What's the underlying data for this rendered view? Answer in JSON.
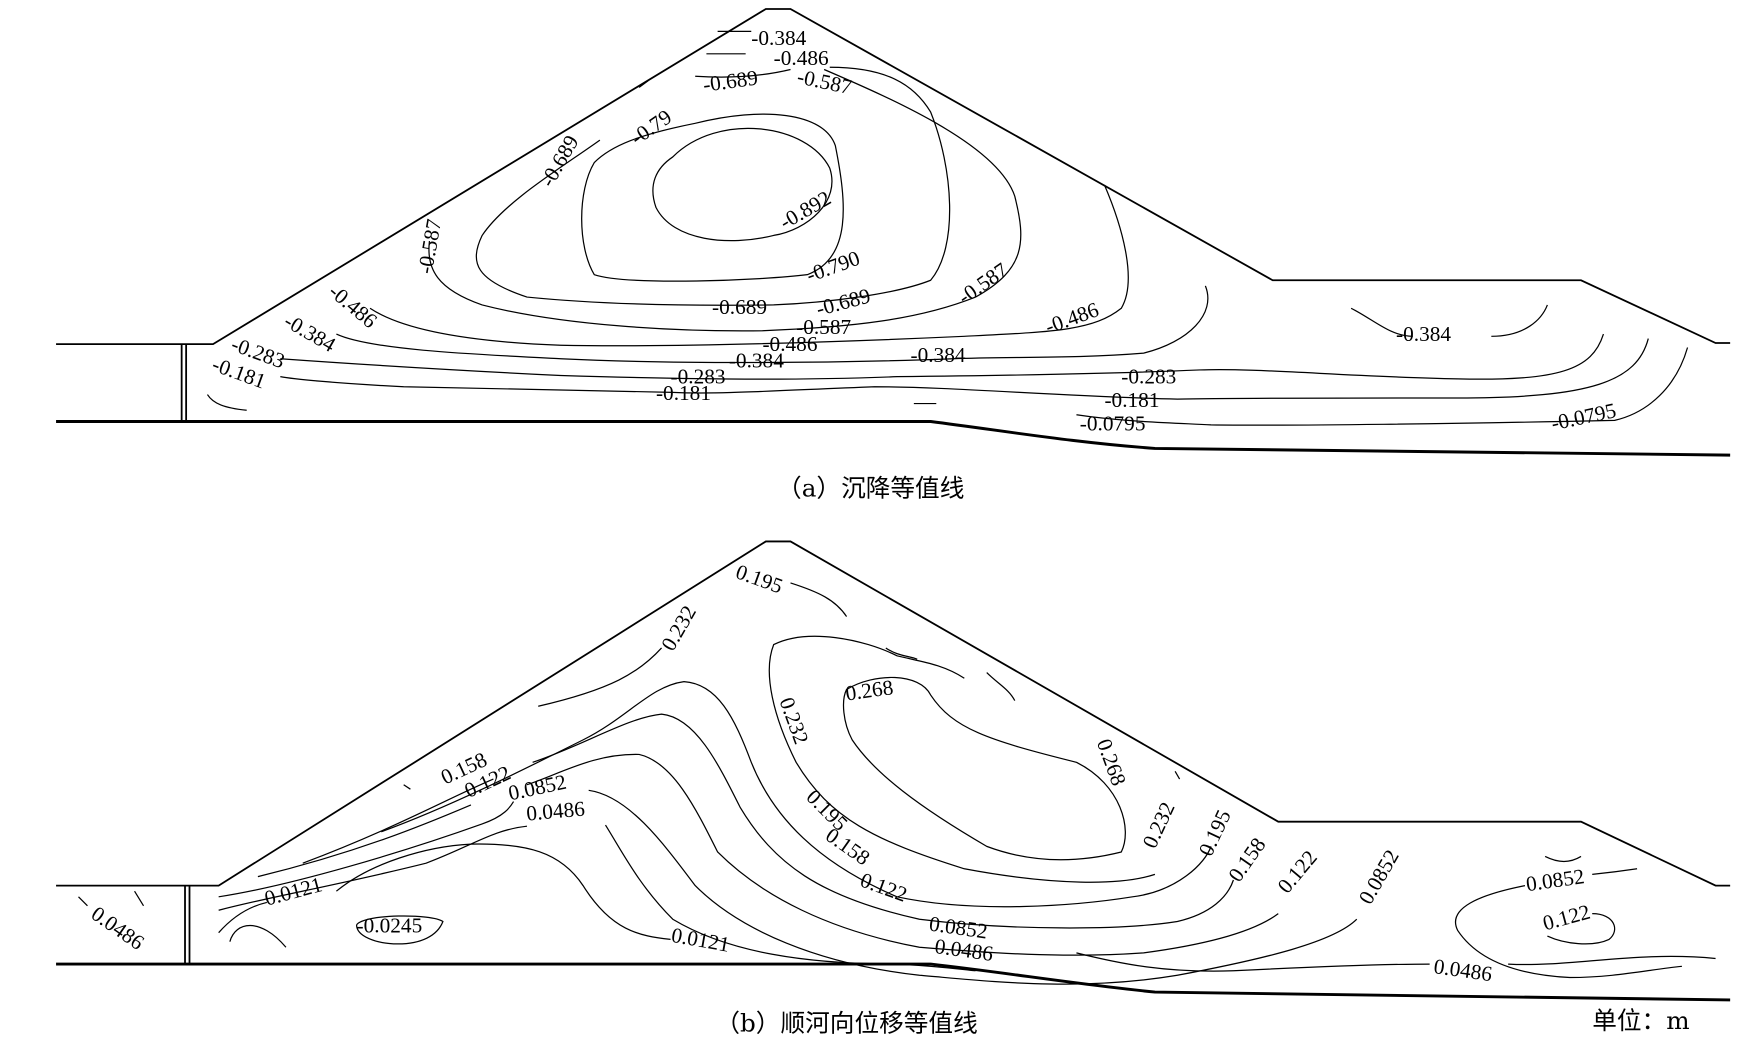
{
  "colors": {
    "line": "#000000",
    "background": "#ffffff"
  },
  "panel_a": {
    "caption": "（a）沉降等值线",
    "labels": [
      "-0.384",
      "-0.486",
      "-0.587",
      "-0.689",
      "-0.79",
      "-0.689",
      "-0.892",
      "-0.587",
      "-0.790",
      "-0.486",
      "-0.384",
      "-0.283",
      "-0.181",
      "-0.689",
      "-0.689",
      "-0.587",
      "-0.587",
      "-0.486",
      "-0.486",
      "-0.384",
      "-0.384",
      "-0.384",
      "-0.283",
      "-0.283",
      "-0.181",
      "-0.181",
      "-0.0795",
      "-0.0795"
    ]
  },
  "panel_b": {
    "caption": "（b）顺河向位移等值线",
    "labels": [
      "0.195",
      "0.232",
      "0.268",
      "0.232",
      "0.268",
      "0.158",
      "0.122",
      "0.0852",
      "0.0486",
      "0.195",
      "0.158",
      "0.122",
      "0.232",
      "0.195",
      "0.158",
      "0.122",
      "0.0852",
      "0.0852",
      "0.0486",
      "0.0121",
      "-0.0245",
      "0.0121",
      "0.0486",
      "0.0852",
      "0.122",
      "0.0486"
    ]
  },
  "unit_label": "单位：m"
}
